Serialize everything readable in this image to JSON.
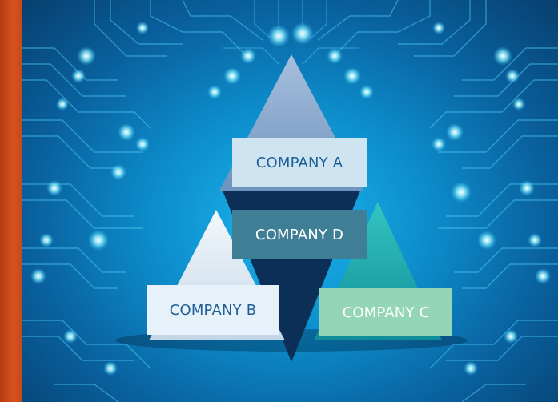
{
  "companies": {
    "a": "COMPANY A",
    "b": "COMPANY B",
    "c": "COMPANY C",
    "d": "COMPANY D"
  },
  "colors": {
    "frame": "#c9461b",
    "background": "#0d8fcd",
    "triangle_a": "#7f9fc6",
    "triangle_b": "#d8e6f0",
    "triangle_c": "#1aa5a6",
    "triangle_center": "#0b2f57",
    "label_a": "#cfe4f1",
    "label_b": "#e6f1f9",
    "label_c": "#93d5b6",
    "label_d": "#3f7f96"
  }
}
